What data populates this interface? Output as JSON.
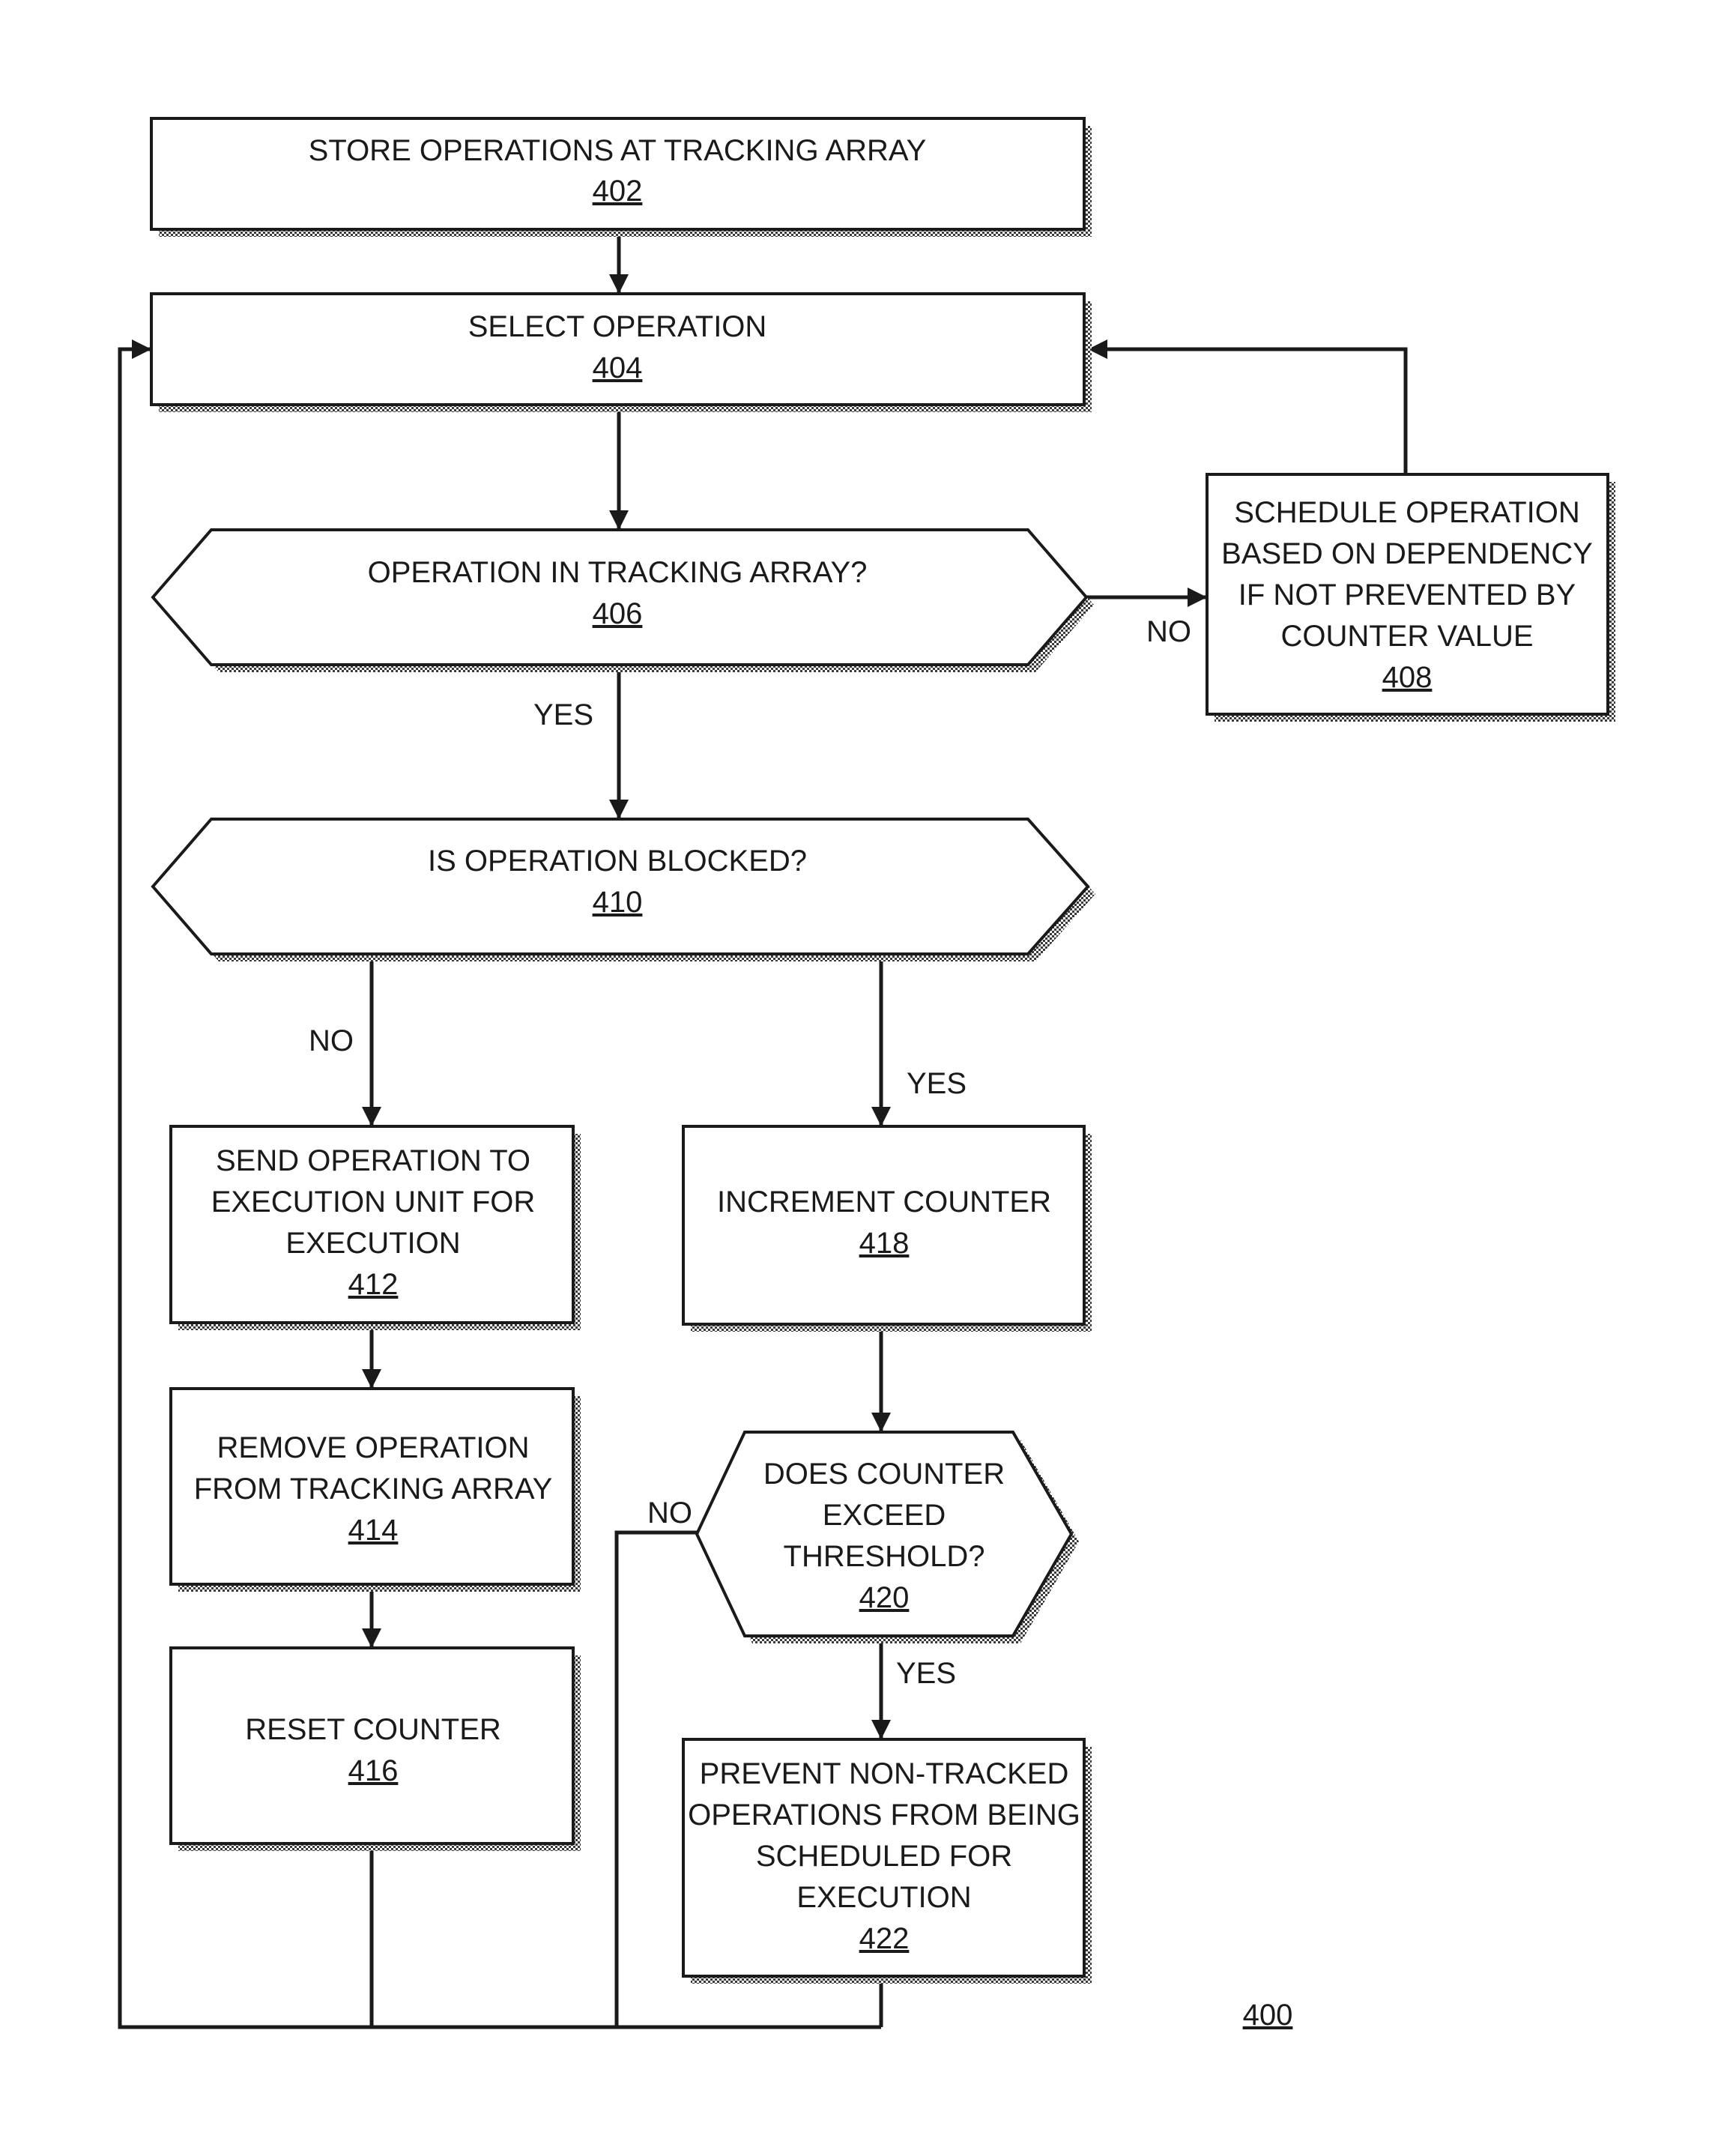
{
  "figure_label": "400",
  "nodes": {
    "n402": {
      "lines": [
        "STORE OPERATIONS AT TRACKING ARRAY"
      ],
      "ref": "402"
    },
    "n404": {
      "lines": [
        "SELECT OPERATION"
      ],
      "ref": "404"
    },
    "n406": {
      "lines": [
        "OPERATION IN TRACKING ARRAY?"
      ],
      "ref": "406"
    },
    "n408": {
      "lines": [
        "SCHEDULE OPERATION",
        "BASED ON DEPENDENCY",
        "IF NOT PREVENTED BY",
        "COUNTER VALUE"
      ],
      "ref": "408"
    },
    "n410": {
      "lines": [
        "IS OPERATION BLOCKED?"
      ],
      "ref": "410"
    },
    "n412": {
      "lines": [
        "SEND OPERATION TO",
        "EXECUTION UNIT  FOR",
        "EXECUTION"
      ],
      "ref": "412"
    },
    "n414": {
      "lines": [
        "REMOVE OPERATION",
        "FROM TRACKING ARRAY"
      ],
      "ref": "414"
    },
    "n416": {
      "lines": [
        "RESET COUNTER"
      ],
      "ref": "416"
    },
    "n418": {
      "lines": [
        "INCREMENT COUNTER"
      ],
      "ref": "418"
    },
    "n420": {
      "lines": [
        "DOES COUNTER",
        "EXCEED",
        "THRESHOLD?"
      ],
      "ref": "420"
    },
    "n422": {
      "lines": [
        "PREVENT NON-TRACKED",
        "OPERATIONS FROM BEING",
        "SCHEDULED FOR",
        "EXECUTION"
      ],
      "ref": "422"
    }
  },
  "edge_labels": {
    "e406_no": "NO",
    "e406_yes": "YES",
    "e410_no": "NO",
    "e410_yes": "YES",
    "e420_no": "NO",
    "e420_yes": "YES"
  }
}
